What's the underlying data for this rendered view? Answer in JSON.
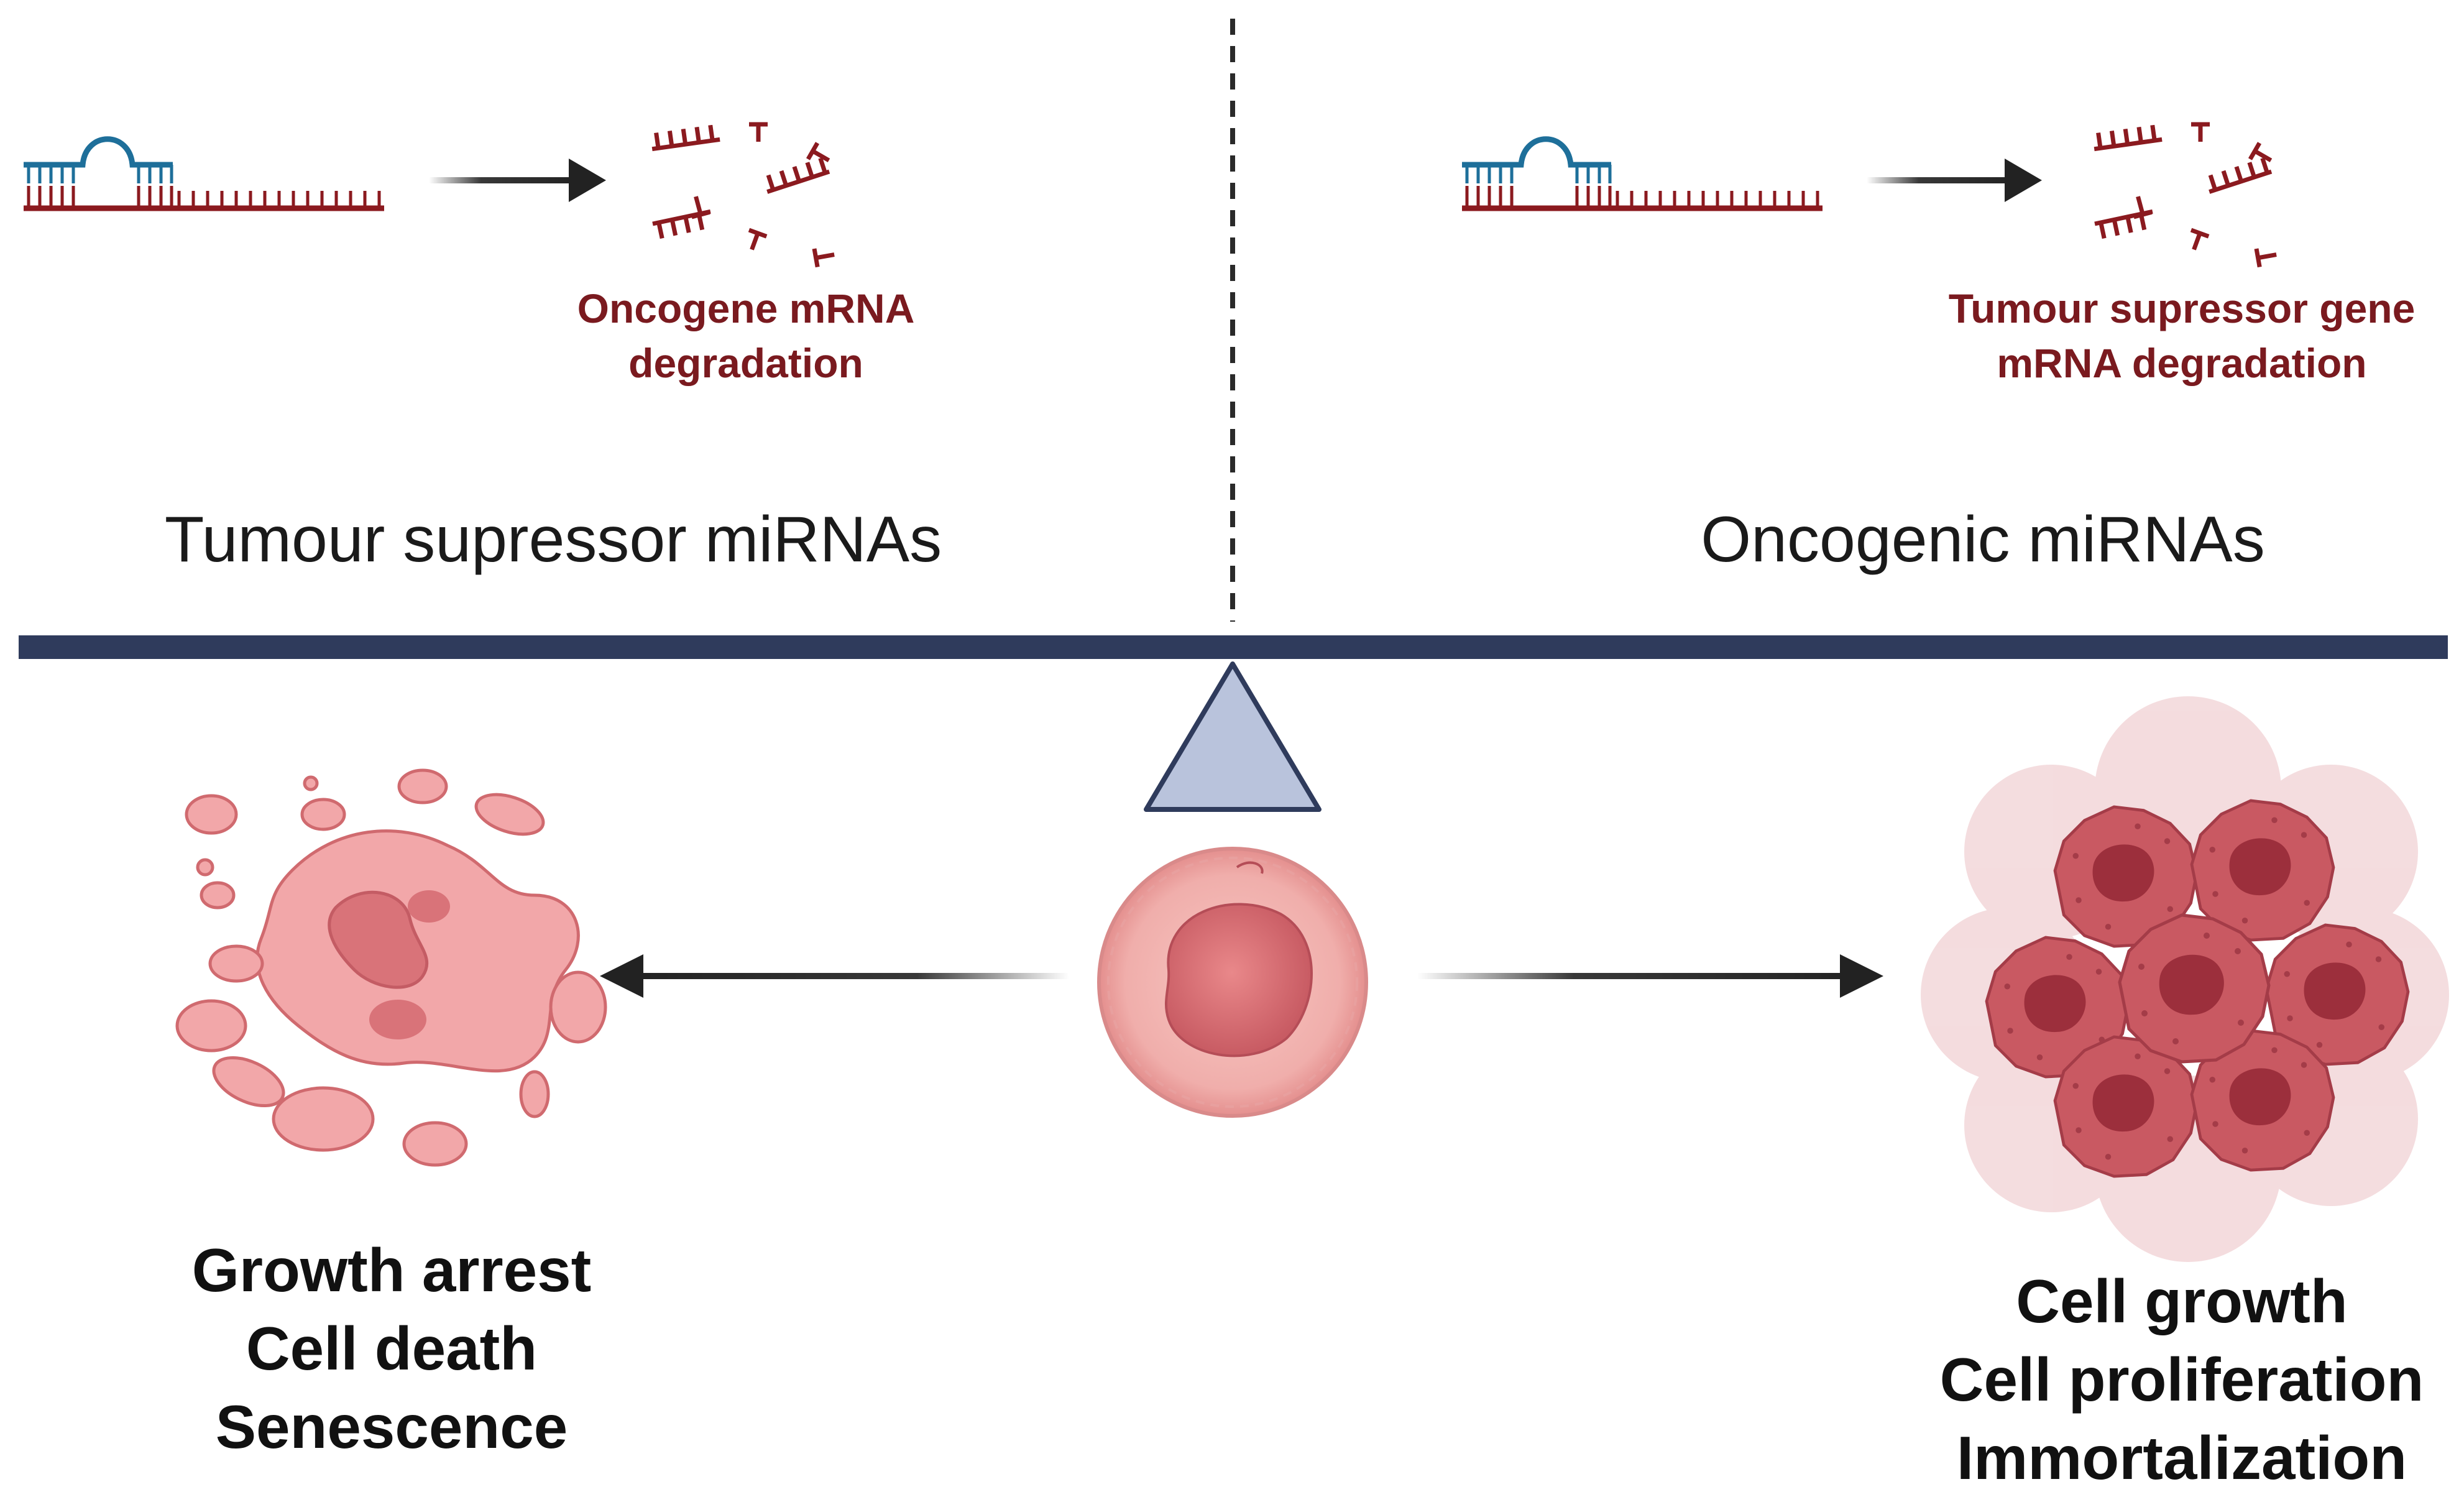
{
  "left": {
    "process_label": [
      "Oncogene mRNA",
      "degradation"
    ],
    "title": "Tumour supressor miRNAs",
    "outcomes": [
      "Growth arrest",
      "Cell death",
      "Senescence"
    ]
  },
  "right": {
    "process_label": [
      "Tumour supressor gene",
      "mRNA degradation"
    ],
    "title": "Oncogenic miRNAs",
    "outcomes": [
      "Cell growth",
      "Cell proliferation",
      "Immortalization"
    ]
  },
  "colors": {
    "mirna_strand": "#1e6f9a",
    "mrna_strand": "#8b1a1f",
    "beam": "#2f3b5c",
    "fulcrum_fill": "#b9c3dc",
    "arrow": "#222222",
    "dying_cell": "#f2a7a9",
    "cancer_cell": "#c7575f"
  },
  "icons": [
    "mirna-mrna-duplex-icon",
    "mrna-fragments-icon",
    "balance-scale-icon",
    "apoptotic-cell-icon",
    "normal-cell-icon",
    "tumour-cluster-icon"
  ]
}
